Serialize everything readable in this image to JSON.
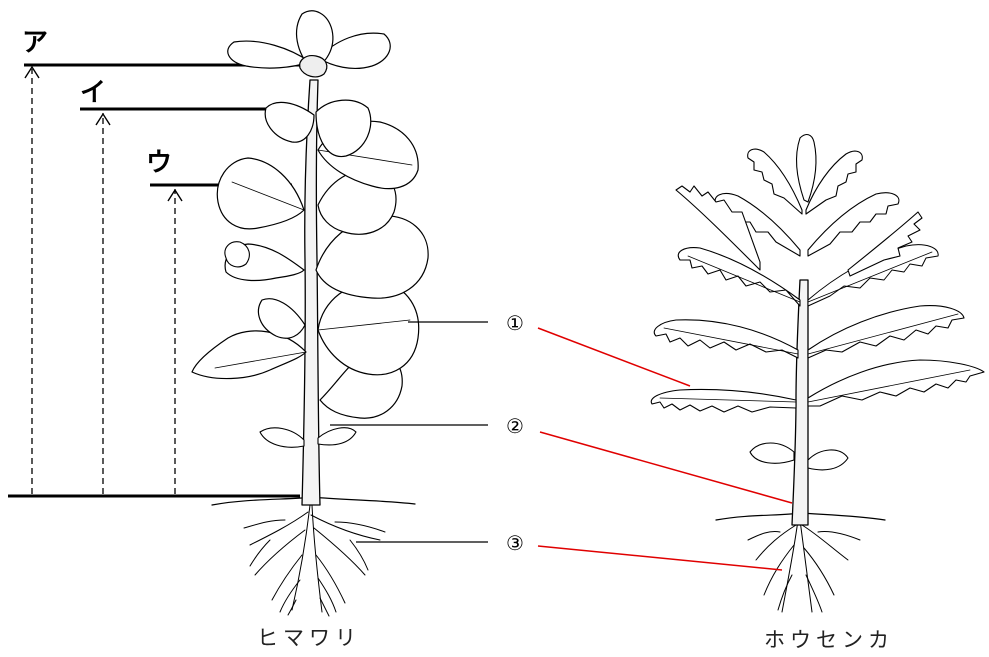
{
  "height_labels": {
    "a": "ア",
    "i": "イ",
    "u": "ウ"
  },
  "part_labels": {
    "p1": "①",
    "p2": "②",
    "p3": "③"
  },
  "plant_names": {
    "left": "ヒマワリ",
    "right": "ホウセンカ"
  },
  "colors": {
    "ink": "#000000",
    "leader_red": "#e00000",
    "stem_fill": "#f4f4f4"
  }
}
